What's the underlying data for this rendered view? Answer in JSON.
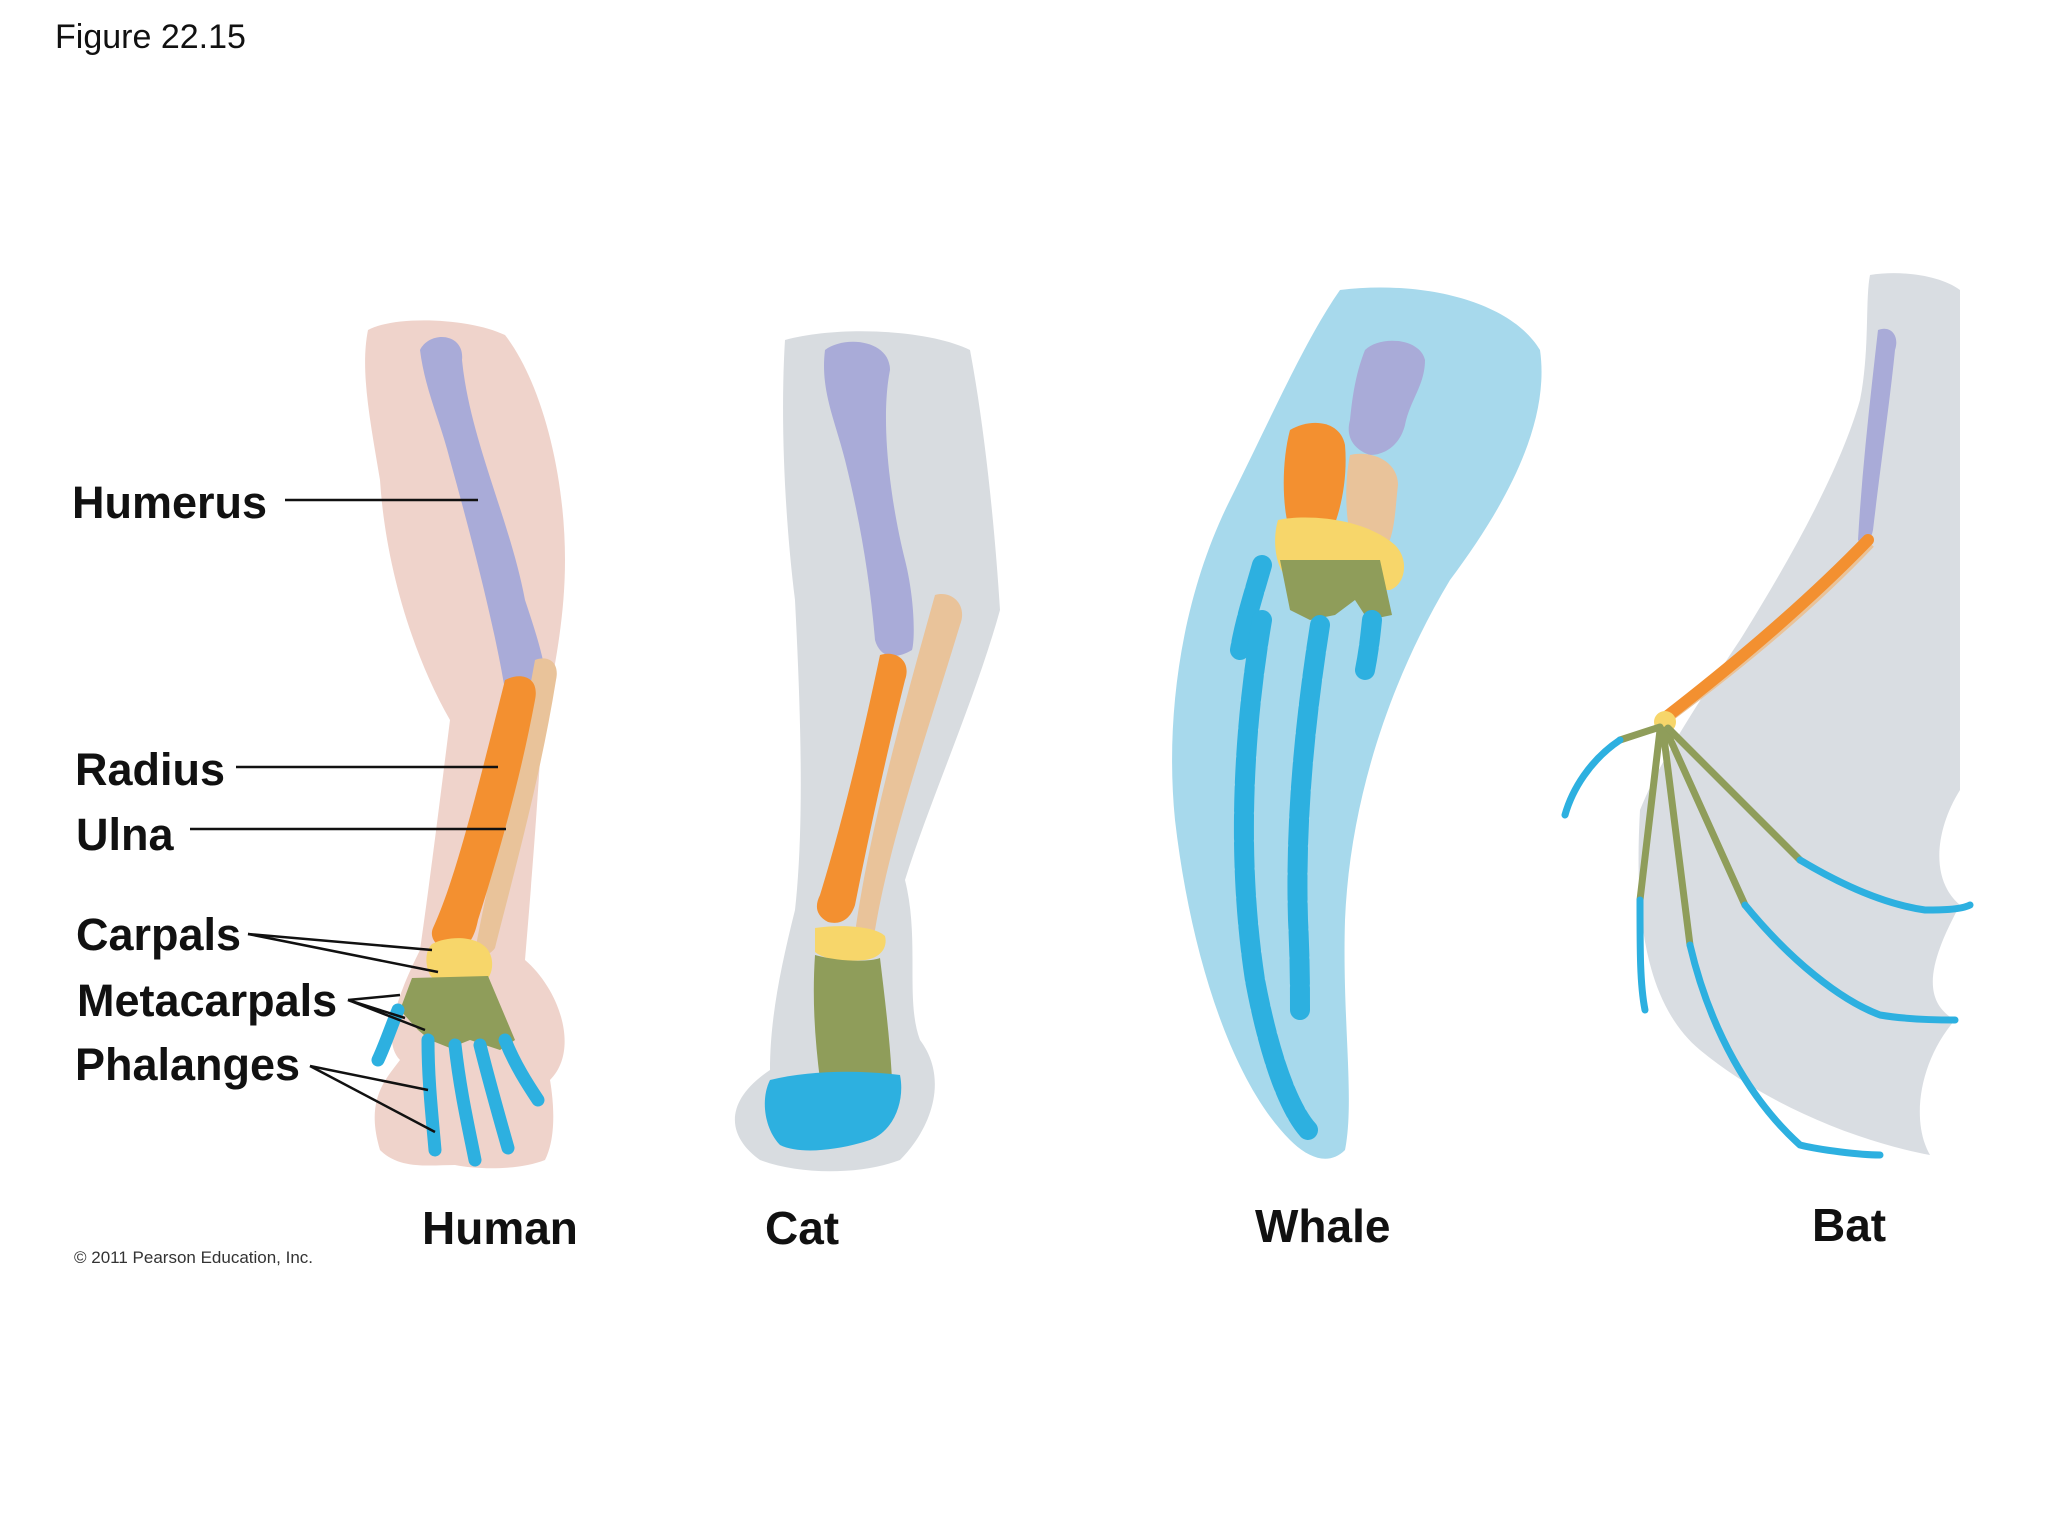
{
  "figure_number": "Figure 22.15",
  "bone_labels": {
    "humerus": "Humerus",
    "radius": "Radius",
    "ulna": "Ulna",
    "carpals": "Carpals",
    "metacarpals": "Metacarpals",
    "phalanges": "Phalanges"
  },
  "animals": {
    "human": "Human",
    "cat": "Cat",
    "whale": "Whale",
    "bat": "Bat"
  },
  "copyright": "© 2011 Pearson Education, Inc.",
  "colors": {
    "humerus": "#a9abd8",
    "radius": "#f39030",
    "ulna": "#e9c39a",
    "carpals": "#f7d66a",
    "metacarpals": "#8f9d5a",
    "phalanges": "#2db0e0",
    "human_skin": "#eecfc6",
    "cat_fur": "#d6dade",
    "whale_flipper": "#a9daeb",
    "bat_membrane": "#d9dde2"
  }
}
